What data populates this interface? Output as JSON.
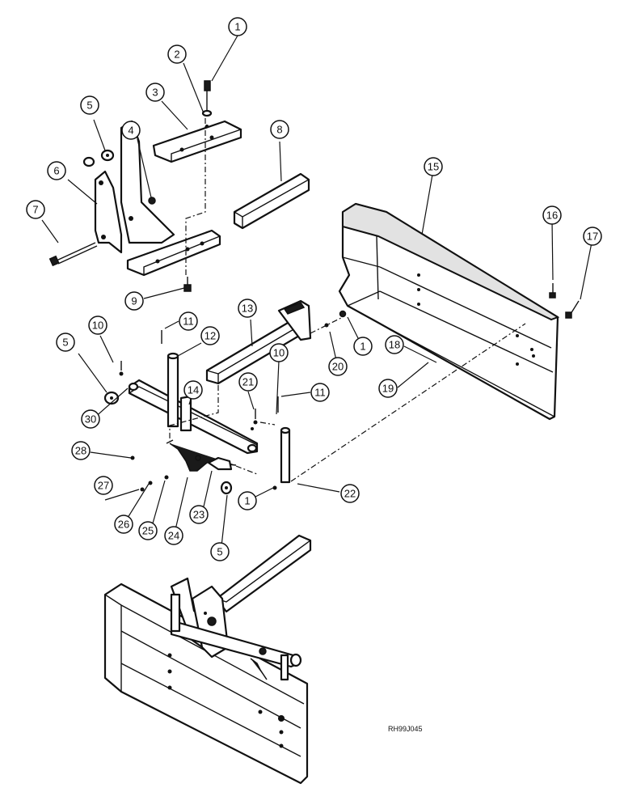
{
  "figure_ref": "RH99J045",
  "callouts": [
    "1",
    "2",
    "3",
    "4",
    "5",
    "6",
    "7",
    "8",
    "9",
    "10",
    "11",
    "12",
    "13",
    "14",
    "15",
    "16",
    "17",
    "18",
    "19",
    "20",
    "21",
    "22",
    "23",
    "24",
    "25",
    "26",
    "27",
    "28",
    "30"
  ]
}
